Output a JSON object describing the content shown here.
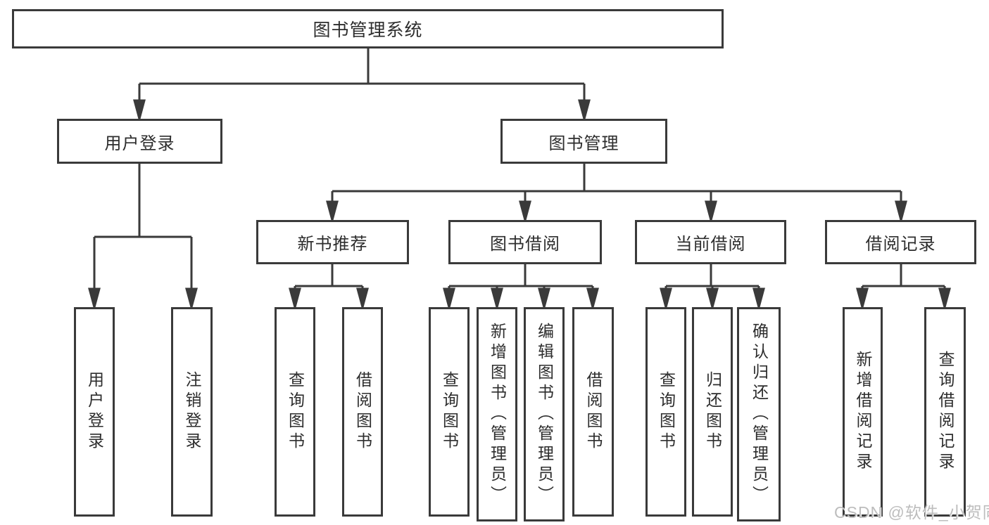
{
  "diagram": {
    "root": {
      "label": "图书管理系统"
    },
    "branches": [
      {
        "label": "用户登录",
        "children": [
          {
            "label": "用户登录"
          },
          {
            "label": "注销登录"
          }
        ]
      },
      {
        "label": "图书管理",
        "children": [
          {
            "label": "新书推荐",
            "children": [
              {
                "label": "查询图书"
              },
              {
                "label": "借阅图书"
              }
            ]
          },
          {
            "label": "图书借阅",
            "children": [
              {
                "label": "查询图书"
              },
              {
                "label": "新增图书（管理员）"
              },
              {
                "label": "编辑图书（管理员）"
              },
              {
                "label": "借阅图书"
              }
            ]
          },
          {
            "label": "当前借阅",
            "children": [
              {
                "label": "查询图书"
              },
              {
                "label": "归还图书"
              },
              {
                "label": "确认归还（管理员）"
              }
            ]
          },
          {
            "label": "借阅记录",
            "children": [
              {
                "label": "新增借阅记录"
              },
              {
                "label": "查询借阅记录"
              }
            ]
          }
        ]
      }
    ]
  },
  "colors": {
    "line": "#3a3a3a",
    "text": "#2d2d2d",
    "watermark": "#bdbdbd",
    "background": "#ffffff"
  },
  "watermark": {
    "text": "CSDN @软件_小贺同学"
  }
}
